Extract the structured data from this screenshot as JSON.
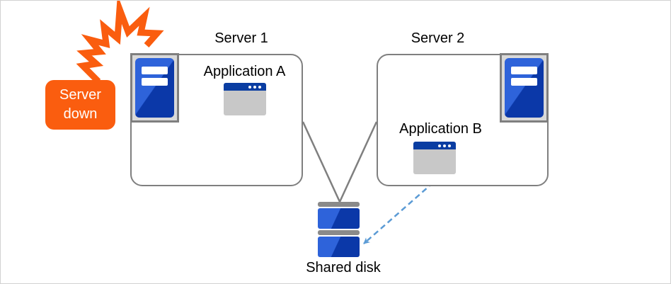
{
  "diagram": {
    "callout": {
      "label": "Server down"
    },
    "server1": {
      "title": "Server 1",
      "app": {
        "label": "Application A"
      }
    },
    "server2": {
      "title": "Server 2",
      "app": {
        "label": "Application B"
      }
    },
    "shared_disk": {
      "label": "Shared disk"
    }
  },
  "icons": {
    "explosion": "explosion-lightning-icon",
    "server": "server-tower-icon",
    "app_window": "app-window-icon",
    "shared_disk": "shared-disk-icon",
    "dashed_arrow": "disk-access-arrow-icon"
  },
  "colors": {
    "accent_orange": "#FA5D0F",
    "line_gray": "#7F7F7F",
    "icon_frame_gray": "#D9D9D9",
    "blue_light": "#2E63DA",
    "blue_dark": "#0B38A8",
    "titlebar_blue": "#0A3DA2",
    "window_body_gray": "#C8C8C8",
    "disk_bar_gray": "#8A8A8A",
    "arrow_blue": "#5B9BD5",
    "canvas_border": "#D2D2D2"
  }
}
